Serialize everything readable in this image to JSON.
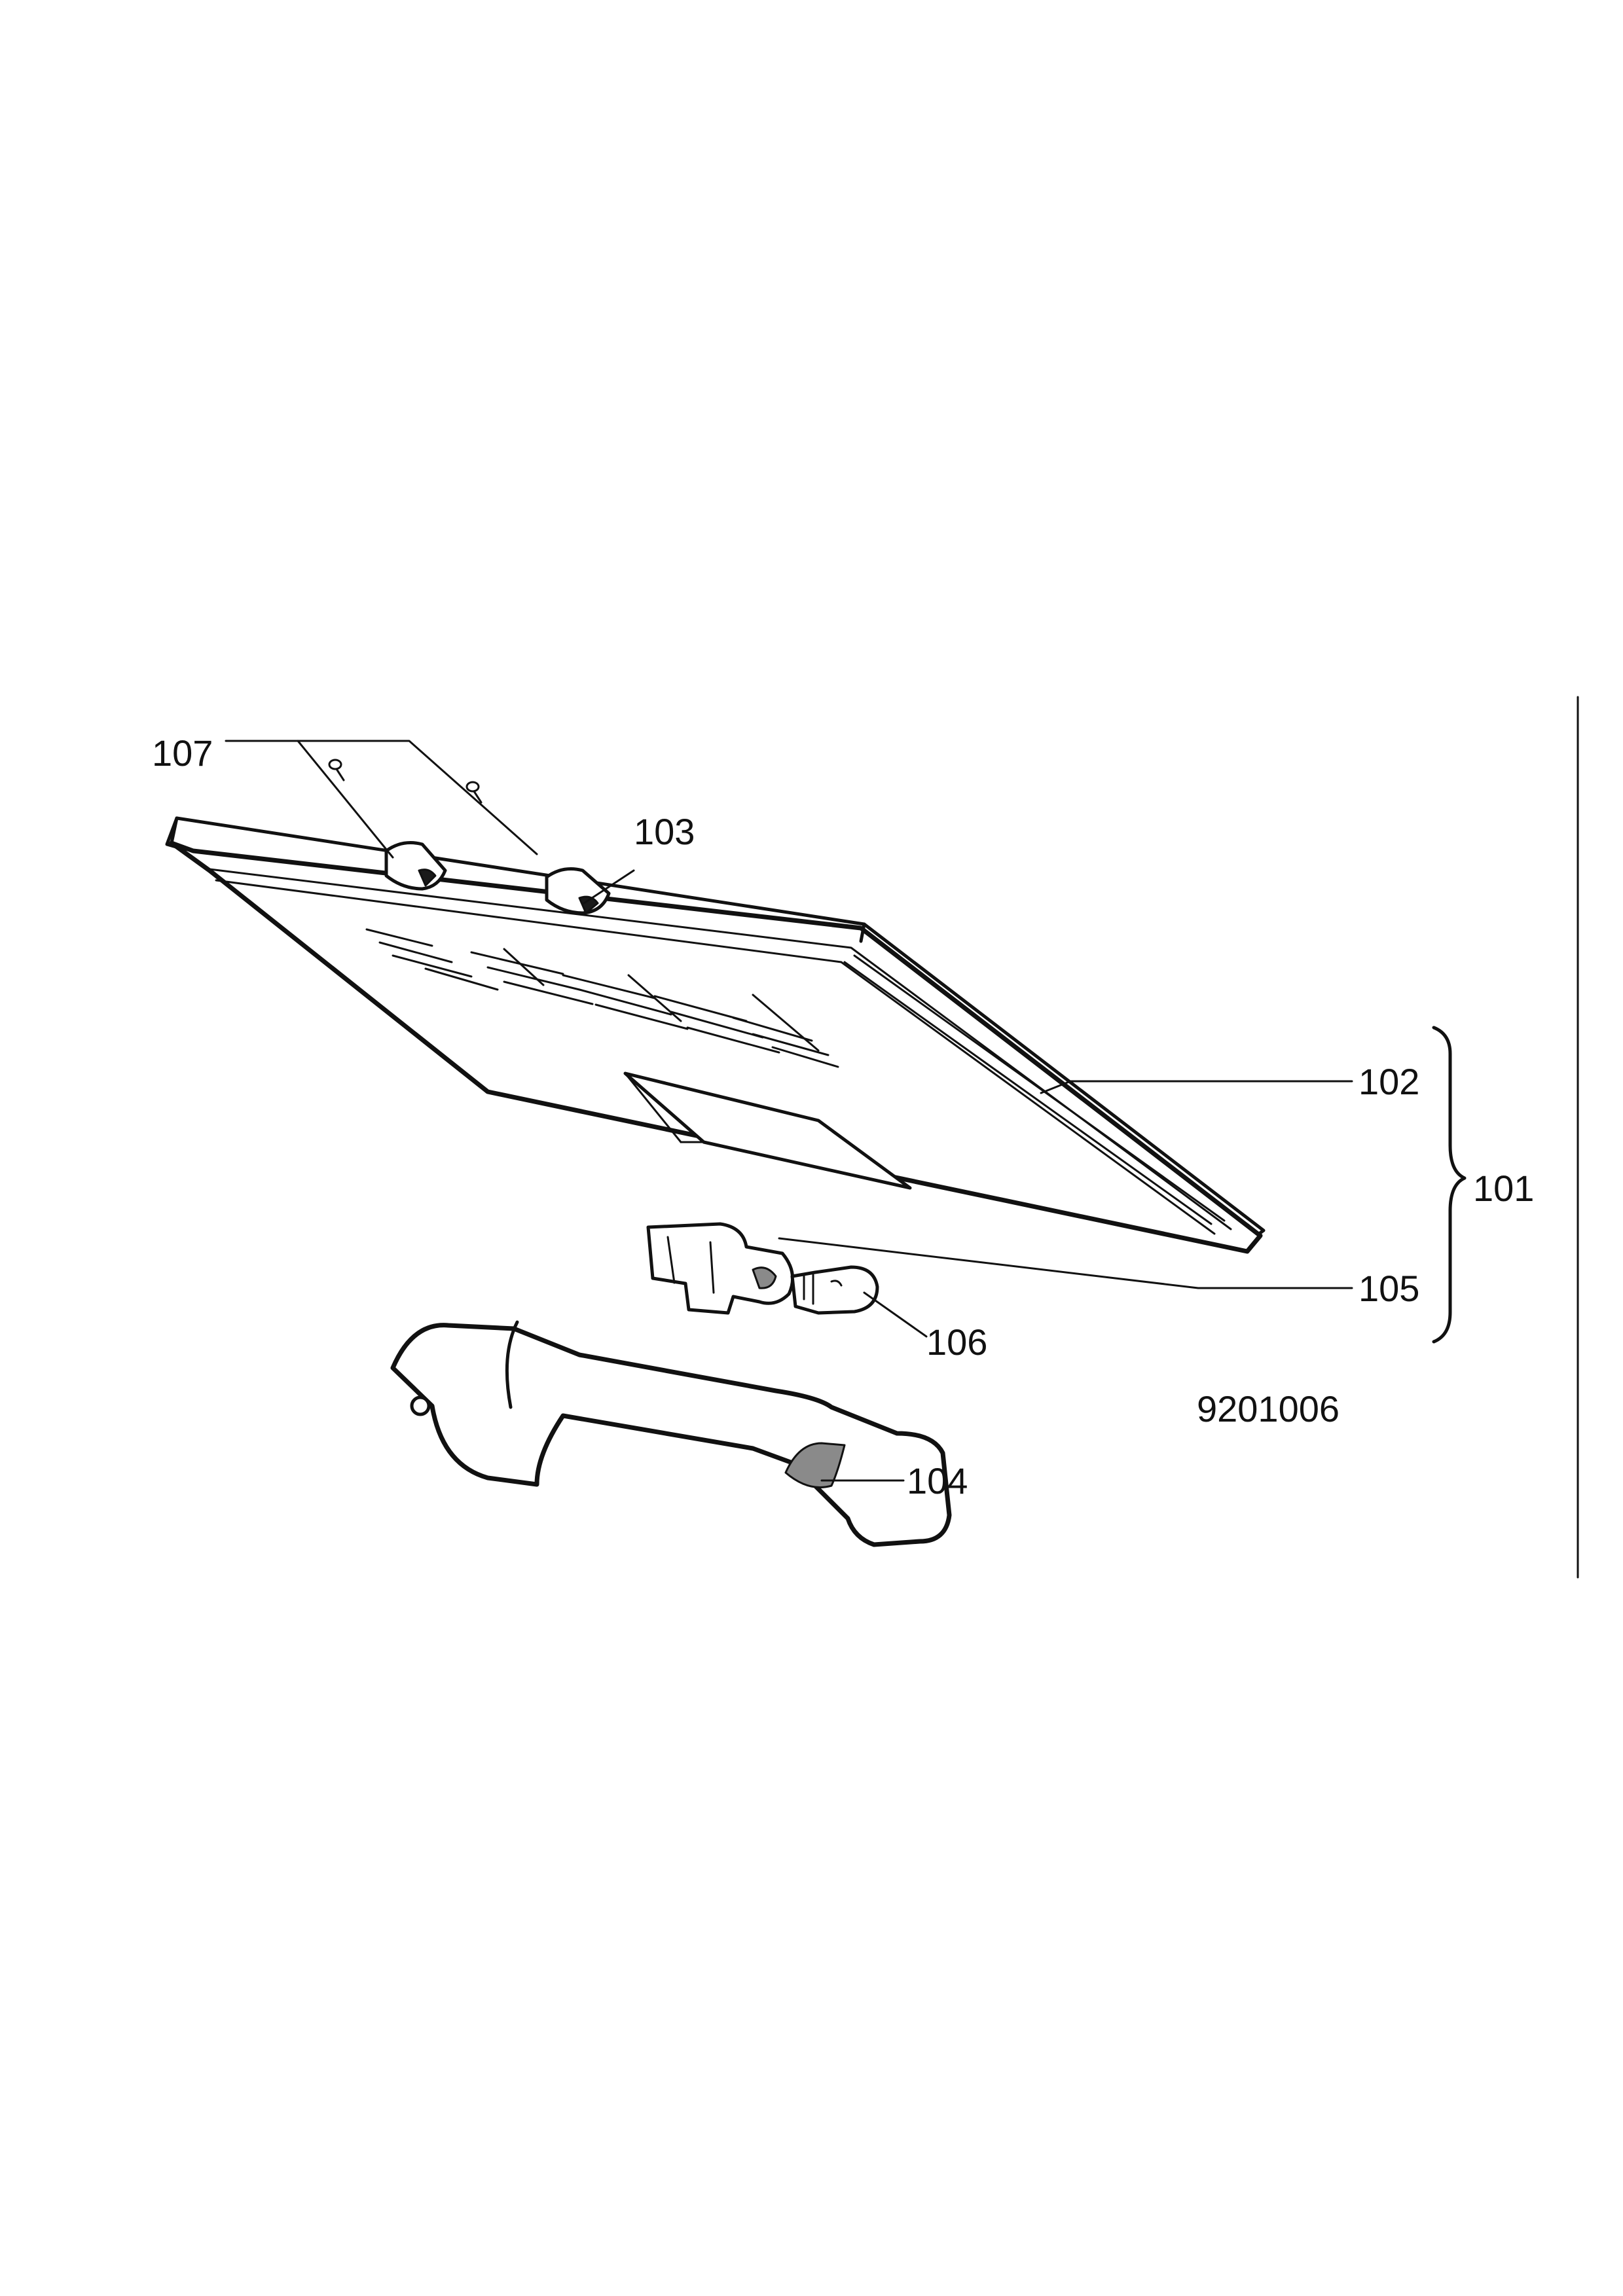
{
  "diagram": {
    "reference_number": "9201006",
    "parts": [
      {
        "label": "107",
        "description": "screws"
      },
      {
        "label": "103",
        "description": "hinge"
      },
      {
        "label": "102",
        "description": "frame"
      },
      {
        "label": "101",
        "description": "lid assembly"
      },
      {
        "label": "105",
        "description": "lamp holder"
      },
      {
        "label": "106",
        "description": "bulb"
      },
      {
        "label": "104",
        "description": "handle"
      }
    ]
  }
}
